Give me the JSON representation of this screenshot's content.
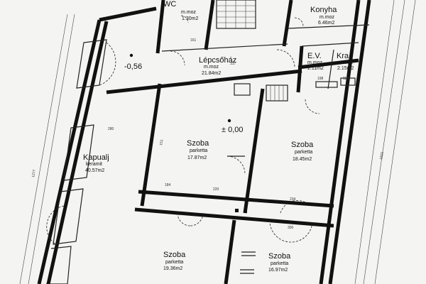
{
  "rooms": {
    "wc": {
      "name": "WC",
      "floor": "m.moz",
      "area": "1.30m2"
    },
    "konyha": {
      "name": "Konyha",
      "floor": "m.moz",
      "area": "6.46m2"
    },
    "lepcsohaz": {
      "name": "Lépcsőház",
      "floor": "m.moz",
      "area": "21.84m2"
    },
    "ev": {
      "name": "E.V.",
      "floor": "m.moz",
      "area": "2.11m2"
    },
    "kra": {
      "name": "Kra",
      "floor": "m.moz",
      "area": "2.15m2"
    },
    "szoba1": {
      "name": "Szoba",
      "floor": "parketta",
      "area": "17.87m2"
    },
    "szoba2": {
      "name": "Szoba",
      "floor": "parketta",
      "area": "18.45m2"
    },
    "kapualj": {
      "name": "Kapualj",
      "floor": "keramit",
      "area": "40.57m2"
    },
    "szoba3": {
      "name": "Szoba",
      "floor": "parketta",
      "area": "19.36m2"
    },
    "szoba4": {
      "name": "Szoba",
      "floor": "parketta",
      "area": "16.97m2"
    }
  },
  "levels": {
    "yard": "-0,56",
    "ground": "± 0,00"
  },
  "dimensions": {
    "d317": "317",
    "d184": "184",
    "d220": "220",
    "d234": "234",
    "d1277": "1277",
    "d1821": "1821",
    "d151": "151",
    "d161": "161",
    "d280": "280",
    "d300": "300",
    "d118": "118",
    "d198": "198"
  }
}
